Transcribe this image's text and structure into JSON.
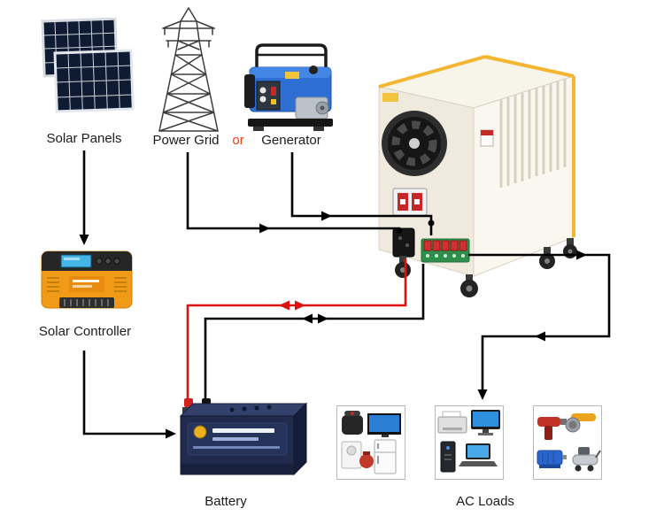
{
  "diagram": {
    "type": "solar-power-system-wiring-diagram",
    "labels": {
      "solar_panels": "Solar Panels",
      "power_grid": "Power Grid",
      "or": "or",
      "generator": "Generator",
      "solar_controller": "Solar Controller",
      "battery": "Battery",
      "ac_loads": "AC Loads"
    },
    "colors": {
      "background": "#ffffff",
      "wire": "#000000",
      "battery_positive_wire": "#e01010",
      "or_text": "#f23b0f",
      "label_text": "#1c1c1c",
      "inverter_trim": "#f2b632",
      "inverter_body": "#efeadd",
      "controller_body": "#f09a18",
      "generator_body": "#2f6fd4",
      "solar_panel": "#0f1b33",
      "battery_body": "#1f2a4c",
      "terminal_green": "#2e8f4c",
      "breaker_red": "#c62828"
    },
    "connections": [
      {
        "from": "Solar Panels",
        "to": "Solar Controller",
        "wire": "black",
        "direction": "one-way"
      },
      {
        "from": "Solar Controller",
        "to": "Battery",
        "wire": "black",
        "direction": "one-way"
      },
      {
        "from": "Power Grid",
        "to": "Inverter AC input",
        "wire": "black",
        "direction": "one-way"
      },
      {
        "from": "Generator",
        "to": "Inverter AC input",
        "wire": "black",
        "direction": "one-way"
      },
      {
        "from": "Battery",
        "to": "Inverter DC terminals",
        "wire": "red and black pair",
        "direction": "bidirectional"
      },
      {
        "from": "Inverter AC output",
        "to": "AC Loads",
        "wire": "black",
        "direction": "one-way"
      }
    ]
  }
}
